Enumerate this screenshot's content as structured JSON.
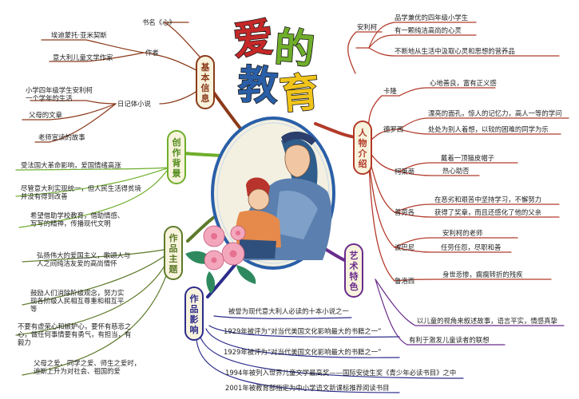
{
  "title": {
    "chars": [
      "爱",
      "的",
      "教",
      "育"
    ]
  },
  "colors": {
    "red": "#c62828",
    "green": "#6fae2b",
    "blue": "#2a5fa8",
    "yellow": "#f0c41b",
    "brown": "#8b3a1a",
    "branchRed": "#b23a2a",
    "olive": "#5d7a2a",
    "navy": "#2c2c8c",
    "purple": "#6a2c8c",
    "orange": "#e6a020",
    "pink": "#e887a3",
    "tag": "#f8f3dc"
  },
  "branches": {
    "basic": {
      "label": "基本信息",
      "book_name": "书名《心》",
      "author": "作者",
      "authors": [
        "埃迪蒙托·亚米契斯",
        "意大利儿童文学作家"
      ],
      "diary": "日记体小说",
      "diary_items": [
        "小学四年级学生安利柯一个学年的生活",
        "父母的文章",
        "老师宣读的故事"
      ]
    },
    "background": {
      "label": "创作背景",
      "items": [
        "受法国大革命影响，爱国情绪高涨",
        "尽管意大利实现统一，但人民生活得贫境并没有得到改善",
        "希望借助学校教育，借助情感、写写的精神，传播现代文明"
      ]
    },
    "theme": {
      "label": "作品主题",
      "items": [
        "弘扬伟大的爱国主义，歌颂人与人之间纯洁友爱的高尚情怀",
        "鼓励人们消除阶级观念，努力实现各阶级人民相互尊重和相互平等",
        "不要有虚荣心和嫉妒心，要怀有慈悲之心，做任何事情要有勇气，有担当，有毅力",
        "父母之爱、同学之爱、师生之爱时，迪斯上升为对社会、祖国的爱"
      ]
    },
    "influence": {
      "label": "作品影响",
      "items": [
        "被誉为现代意大利人必读的十本小说之一",
        "1929年被评为“对当代美国文化影响最大的书籍之一”",
        "1929年被评为“对当代美国文化影响最大的书籍之一”",
        "1994年被列入世界儿童文学最高奖——国际安徒生奖《青少年必读书目》之中",
        "2001年被教育部指定为中小学语文新课标推荐阅读书目"
      ]
    },
    "characters": {
      "label": "人物介绍",
      "enrico": "安利柯",
      "enrico_items": [
        "品学兼优的四年级小学生",
        "有一颗纯洁高尚的心灵",
        "不断地从生活中汲取心灵和思想的营养品"
      ],
      "people": [
        {
          "name": "卡隆",
          "desc": [
            "心地善良，富有正义感"
          ]
        },
        {
          "name": "德罗西",
          "desc": [
            "漂亮的面孔，惊人的记忆力，高人一等的学问",
            "处处为别人着想，以较的困难的同学为乐"
          ]
        },
        {
          "name": "柯莱蒂",
          "desc": [
            "戴着一顶猫皮帽子",
            "热心助否"
          ]
        },
        {
          "name": "普劳各",
          "desc": [
            "在恶劣和艰苦中坚持学习，不懈努力",
            "获得了奖章，而且还感化了他的父亲"
          ]
        },
        {
          "name": "波巴尼",
          "desc": [
            "安利柯的老师",
            "任劳任怨，尽职和善"
          ]
        },
        {
          "name": "鲁洛西",
          "desc": [
            "身世悲惨，瘸瘸转折的残疾"
          ]
        }
      ]
    },
    "art": {
      "label": "艺术特色",
      "items": [
        "以儿童的视角来叙述故事，语言平实，情感真挚",
        "有利于激发儿童读者的联想"
      ]
    }
  }
}
